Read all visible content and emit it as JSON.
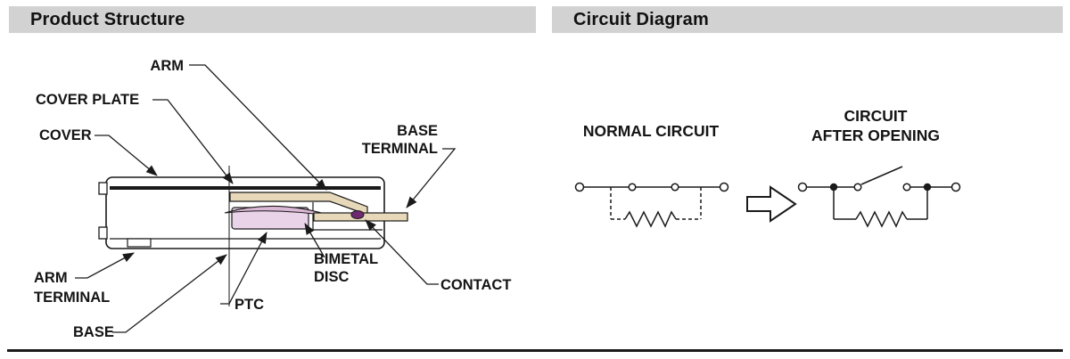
{
  "headers": {
    "product_structure": "Product Structure",
    "circuit_diagram": "Circuit Diagram"
  },
  "product_structure": {
    "labels": {
      "arm": "ARM",
      "cover_plate": "COVER PLATE",
      "cover": "COVER",
      "base_terminal_line1": "BASE",
      "base_terminal_line2": "TERMINAL",
      "arm_terminal_line1": "ARM",
      "arm_terminal_line2": "TERMINAL",
      "bimetal_disc_line1": "BIMETAL",
      "bimetal_disc_line2": "DISC",
      "ptc": "PTC",
      "contact": "CONTACT",
      "base": "BASE"
    },
    "colors": {
      "metal_fill": "#e6d8b8",
      "ptc_fill": "#e9d3e9",
      "disc_fill": "#dbb7d6",
      "contact_fill": "#6e2a72"
    }
  },
  "circuit_diagram": {
    "normal_circuit_label": "NORMAL CIRCUIT",
    "after_opening_line1": "CIRCUIT",
    "after_opening_line2": "AFTER OPENING"
  }
}
